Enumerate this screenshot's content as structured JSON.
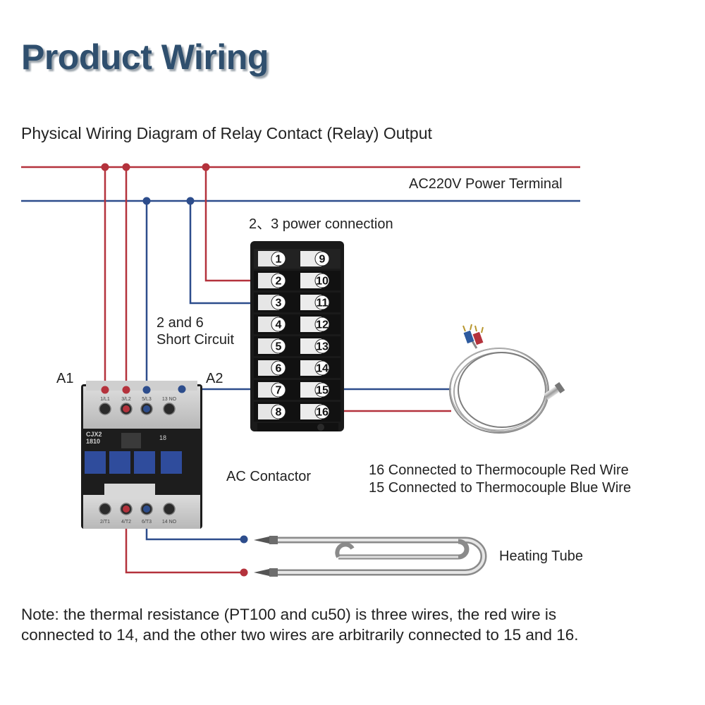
{
  "title": "Product Wiring",
  "subtitle": "Physical Wiring Diagram of Relay Contact (Relay) Output",
  "labels": {
    "power_terminal": "AC220V Power Terminal",
    "power_connection": "2、3 power connection",
    "short_circuit_line1": "2 and 6",
    "short_circuit_line2": "Short Circuit",
    "a1": "A1",
    "a2": "A2",
    "ac_contactor": "AC Contactor",
    "thermo_red": "16 Connected to Thermocouple Red Wire",
    "thermo_blue": "15 Connected to Thermocouple Blue Wire",
    "heating_tube": "Heating Tube"
  },
  "note": {
    "line1": "Note: the thermal resistance (PT100 and cu50) is three wires, the red wire is",
    "line2": "connected to 14, and the other two wires are arbitrarily connected to 15 and 16."
  },
  "terminal_block": {
    "left": [
      "1",
      "2",
      "3",
      "4",
      "5",
      "6",
      "7",
      "8"
    ],
    "right": [
      "9",
      "10",
      "11",
      "12",
      "13",
      "14",
      "15",
      "16"
    ]
  },
  "contactor": {
    "brand": "CJX2",
    "model": "1810",
    "rating": "18",
    "top_terminals": [
      "1/L1",
      "3/L2",
      "5/L3",
      "13 NO"
    ],
    "bottom_terminals": [
      "2/T1",
      "4/T2",
      "6/T3",
      "14 NO"
    ]
  },
  "colors": {
    "red_wire": "#b4323c",
    "blue_wire": "#2d4d8c",
    "title": "#2f4f6e"
  }
}
